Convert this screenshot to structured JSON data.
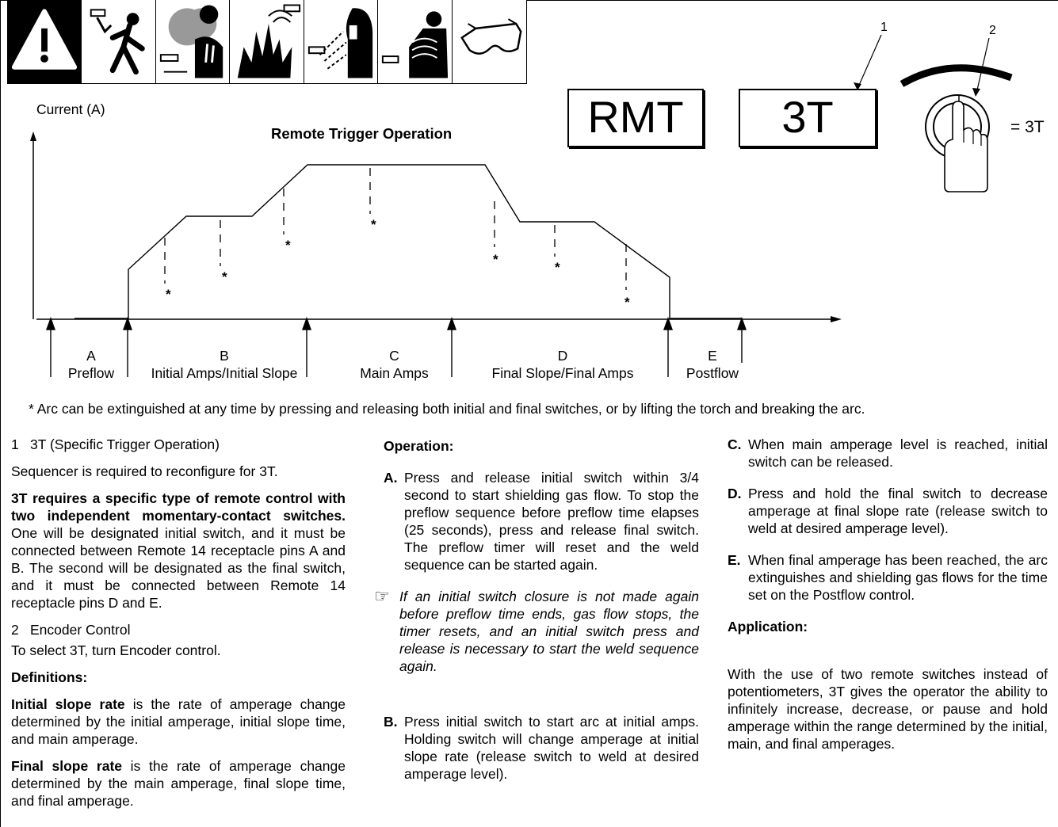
{
  "diagram": {
    "y_axis_label": "Current (A)",
    "title": "Remote Trigger Operation",
    "display_rmt": "RMT",
    "display_3t": "3T",
    "equals_label": "= 3T",
    "callout_1": "1",
    "callout_2": "2",
    "asterisk": "*",
    "phases": [
      {
        "letter": "A",
        "label": "Preflow"
      },
      {
        "letter": "B",
        "label": "Initial Amps/Initial Slope"
      },
      {
        "letter": "C",
        "label": "Main Amps"
      },
      {
        "letter": "D",
        "label": "Final Slope/Final Amps"
      },
      {
        "letter": "E",
        "label": "Postflow"
      }
    ],
    "footnote": "* Arc can be extinguished at any time by pressing and releasing both initial and final switches, or by lifting the torch and breaking the arc."
  },
  "col1": {
    "item1_num": "1",
    "item1_title": "3T (Specific Trigger Operation)",
    "item1_text": "Sequencer is required to reconfigure for 3T.",
    "bold_text": "3T requires a specific type of remote control with two independent momentary-contact switches.",
    "normal_text": " One will be designated initial switch, and it must be connected between Remote 14 receptacle pins A and B. The second will be designated as the final switch, and it must be connected between Remote 14 receptacle pins D and E.",
    "item2_num": "2",
    "item2_title": "Encoder Control",
    "item2_text": "To select 3T, turn Encoder control.",
    "definitions_heading": "Definitions:",
    "def1_term": "Initial slope rate",
    "def1_text": " is the rate of amperage change determined by the initial amperage, initial slope time, and main amperage.",
    "def2_term": "Final slope rate",
    "def2_text": " is the rate of amperage change determined by the main amperage, final slope time, and final amperage."
  },
  "col2": {
    "heading": "Operation:",
    "a_label": "A.",
    "a_text": "Press and release initial switch within 3/4 second to start shielding gas flow. To stop the preflow sequence before preflow time elapses (25 seconds), press and release final switch. The preflow timer will reset and the weld sequence can be started again.",
    "note_icon": "☞",
    "note_text": "If an initial switch closure is not made again before preflow time ends, gas flow stops, the timer resets, and an initial switch press and release is necessary to start the weld sequence again.",
    "b_label": "B.",
    "b_text": "Press initial switch to start arc at initial amps. Holding switch will change amperage at initial slope rate (release switch to weld at desired amperage level)."
  },
  "col3": {
    "c_label": "C.",
    "c_text": "When main amperage level is reached, initial switch can be released.",
    "d_label": "D.",
    "d_text": "Press and hold the final switch to decrease amperage at final slope rate (release switch to weld at desired amperage level).",
    "e_label": "E.",
    "e_text": "When final amperage has been reached, the arc extinguishes and shielding gas flows for the time set on the Postflow control.",
    "app_heading": "Application:",
    "app_text": "With the use of two remote switches instead of potentiometers, 3T gives the operator the ability to infinitely increase, decrease, or pause and hold amperage within the range determined by the initial, main, and final amperages."
  }
}
